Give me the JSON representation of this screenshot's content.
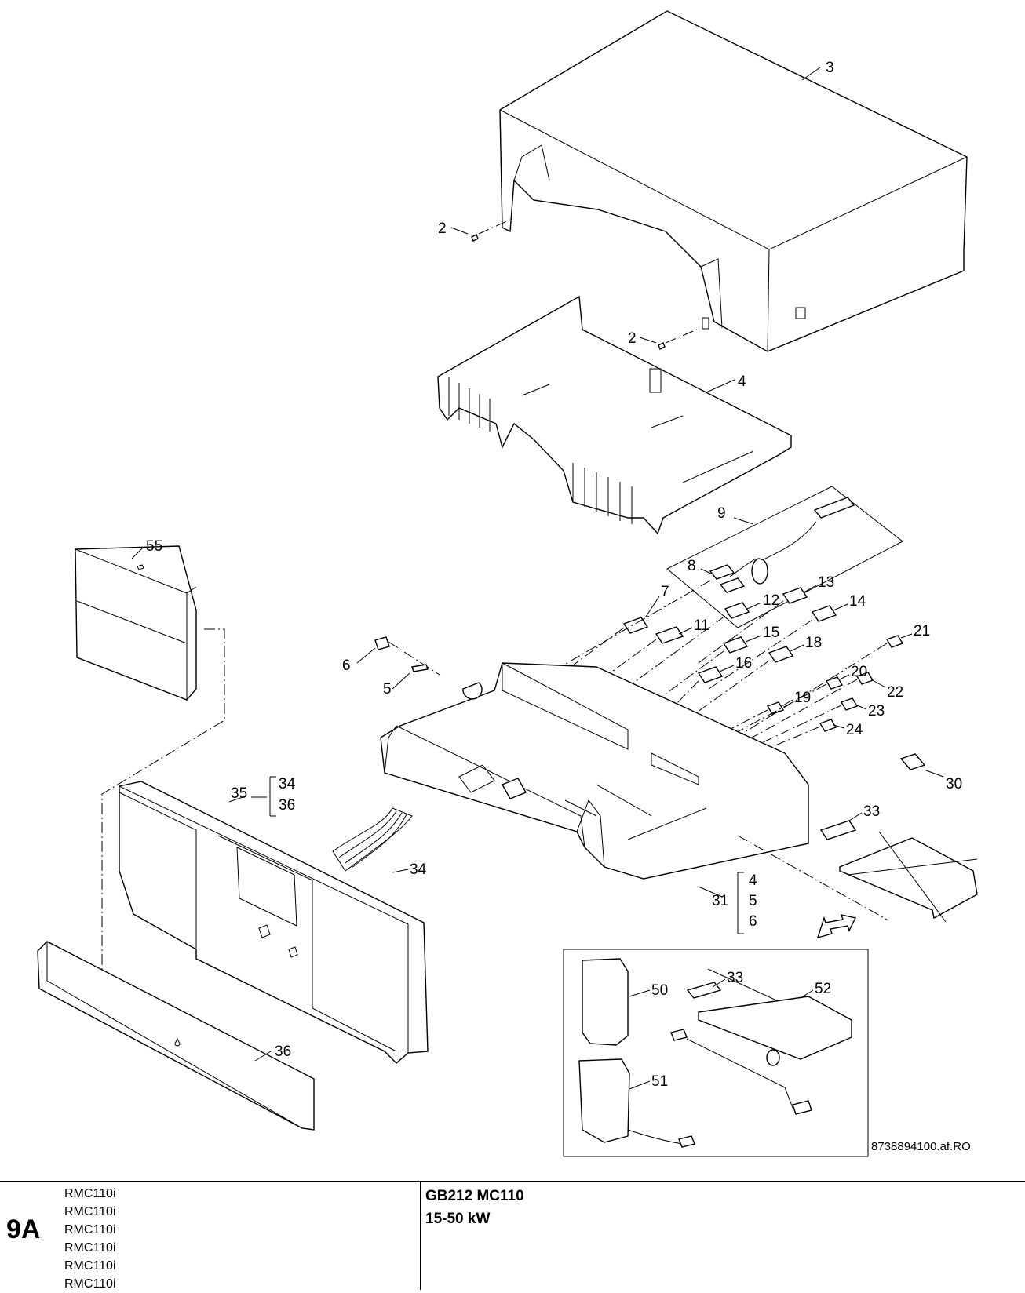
{
  "drawing": {
    "reference": "8738894100.af.RO",
    "callouts": {
      "p2a": "2",
      "p2b": "2",
      "p3": "3",
      "p4": "4",
      "p5": "5",
      "p6": "6",
      "p7": "7",
      "p8": "8",
      "p9": "9",
      "p11": "11",
      "p12": "12",
      "p13": "13",
      "p14": "14",
      "p15": "15",
      "p16": "16",
      "p18": "18",
      "p19": "19",
      "p20": "20",
      "p21": "21",
      "p22": "22",
      "p23": "23",
      "p24": "24",
      "p30": "30",
      "p31": "31",
      "p31_sub1": "4",
      "p31_sub2": "5",
      "p31_sub3": "6",
      "p33a": "33",
      "p33b": "33",
      "p34": "34",
      "p35": "35",
      "p35_sub1": "34",
      "p35_sub2": "36",
      "p36": "36",
      "p50": "50",
      "p51": "51",
      "p52": "52",
      "p55": "55"
    }
  },
  "footer": {
    "sheet_no": "9A",
    "models": [
      "RMC110i",
      "RMC110i",
      "RMC110i",
      "RMC110i",
      "RMC110i",
      "RMC110i"
    ],
    "title": "GB212 MC110",
    "subtitle": "15-50 kW"
  }
}
